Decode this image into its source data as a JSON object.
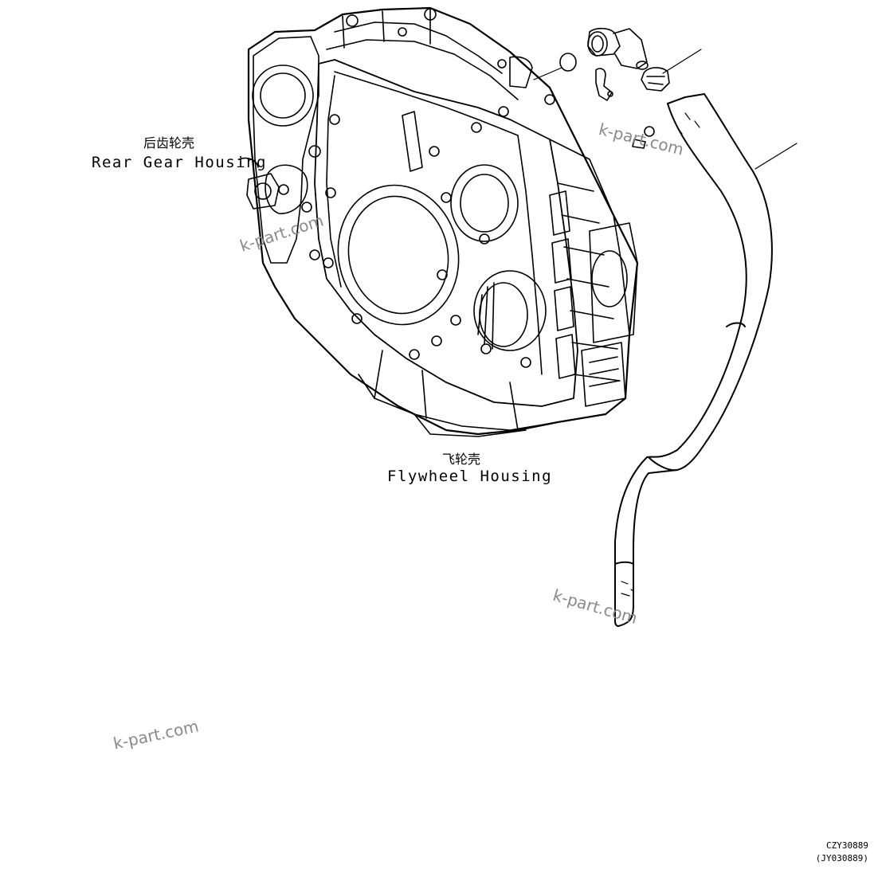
{
  "labels": {
    "rear_gear": {
      "cn": "后齿轮壳",
      "en": "Rear Gear Housing"
    },
    "flywheel": {
      "cn": "飞轮壳",
      "en": "Flywheel Housing"
    }
  },
  "watermark": "k-part.com",
  "drawing_code": {
    "primary": "CZY30889",
    "secondary": "(JY030889)"
  },
  "colors": {
    "line": "#000000",
    "watermark": "#8a8a8a",
    "background": "#ffffff"
  }
}
